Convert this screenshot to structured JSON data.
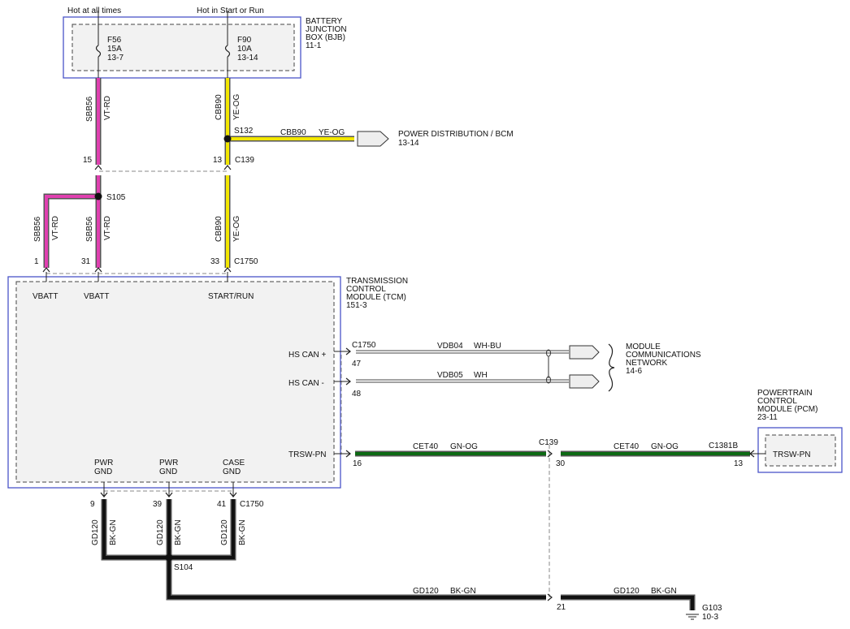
{
  "colors": {
    "vt_rd": "#e040b0",
    "ye_og": "#f2e600",
    "gn_og": "#0d6a14",
    "bk_gn": "#111111",
    "wire_edge": "#555555",
    "module_border": "#4a55c8",
    "module_fill": "#f2f2f2"
  },
  "top_labels": {
    "hot_always": "Hot at all times",
    "hot_start": "Hot in Start or Run"
  },
  "bjb": {
    "title": [
      "BATTERY",
      "JUNCTION",
      "BOX (BJB)",
      "11-1"
    ],
    "fuses": [
      {
        "name": "F56",
        "amps": "15A",
        "ref": "13-7"
      },
      {
        "name": "F90",
        "amps": "10A",
        "ref": "13-14"
      }
    ]
  },
  "tcm": {
    "title": [
      "TRANSMISSION",
      "CONTROL",
      "MODULE (TCM)",
      "151-3"
    ],
    "pins": {
      "vbatt1": "VBATT",
      "vbatt2": "VBATT",
      "start_run": "START/RUN",
      "hs_can_plus": "HS CAN +",
      "hs_can_minus": "HS CAN -",
      "trsw": "TRSW-PN",
      "pwr_gnd1": [
        "PWR",
        "GND"
      ],
      "pwr_gnd2": [
        "PWR",
        "GND"
      ],
      "case_gnd": [
        "CASE",
        "GND"
      ]
    }
  },
  "pcm": {
    "title": [
      "POWERTRAIN",
      "CONTROL",
      "MODULE (PCM)",
      "23-11"
    ],
    "pin": "TRSW-PN"
  },
  "pdb": {
    "title": "POWER DISTRIBUTION / BCM",
    "ref": "13-14"
  },
  "mcn": {
    "title": [
      "MODULE",
      "COMMUNICATIONS",
      "NETWORK",
      "14-6"
    ]
  },
  "splices": {
    "s132": "S132",
    "s105": "S105",
    "s104": "S104"
  },
  "connectors": {
    "c139_a": "C139",
    "c1750_a": "C1750",
    "c1750_b": "C1750",
    "c1750_c": "C1750",
    "c139_b": "C139",
    "c1381b": "C1381B"
  },
  "pin_numbers": {
    "p15": "15",
    "p13_c139": "13",
    "p1": "1",
    "p31": "31",
    "p33": "33",
    "p47": "47",
    "p48": "48",
    "p16": "16",
    "p30": "30",
    "p13_pcm": "13",
    "p9": "9",
    "p39": "39",
    "p41": "41",
    "p21": "21"
  },
  "wires": {
    "sbb56": "SBB56",
    "vt_rd": "VT-RD",
    "cbb90": "CBB90",
    "ye_og": "YE-OG",
    "vdb04": "VDB04",
    "wh_bu": "WH-BU",
    "vdb05": "VDB05",
    "wh": "WH",
    "cet40": "CET40",
    "gn_og": "GN-OG",
    "gd120": "GD120",
    "bk_gn": "BK-GN"
  },
  "ground": {
    "name": "G103",
    "ref": "10-3"
  }
}
